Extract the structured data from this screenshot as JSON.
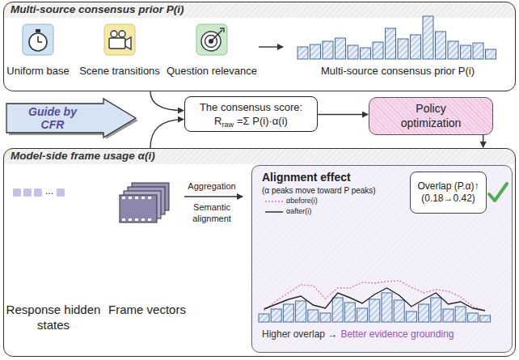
{
  "diagram": {
    "nodes": [
      {
        "text": [
          "Multi-source consensus prior P(i)"
        ]
      },
      {
        "text": [
          "Guide by CFR"
        ]
      },
      {
        "text": [
          "The consensus score:",
          "R",
          "raw",
          "=Σ P(i)·α(i)"
        ]
      },
      {
        "text": [
          "Policy optimization"
        ]
      },
      {
        "text": [
          "Model-side frame usage α(i)"
        ]
      },
      {
        "text": [
          "Alignment effect",
          "(α peaks move toward P peaks)",
          "Higher overlap →",
          "Better evidence grounding"
        ],
        "in": 4
      },
      {
        "text": [
          "Overlap (P.α)↑",
          "(0.18→0.42)"
        ],
        "in": 5
      }
    ],
    "edges": [
      {
        "from": 0,
        "to": 2,
        "arrow": "to"
      },
      {
        "from": 4,
        "to": 2,
        "arrow": "to"
      },
      {
        "from": 2,
        "to": 3,
        "arrow": "to"
      },
      {
        "from": 3,
        "to": 4,
        "arrow": "to"
      }
    ],
    "labels": [
      "Uniform base",
      "Scene transitions",
      "Question relevance",
      "Multi-source consensus prior P(i)",
      "...",
      "Response hidden states",
      "Frame vectors",
      "Aggregation",
      "Semantic alignment"
    ],
    "legend": [
      {
        "text": "αbefore(i)"
      },
      {
        "text": "αafter(i)"
      }
    ]
  }
}
